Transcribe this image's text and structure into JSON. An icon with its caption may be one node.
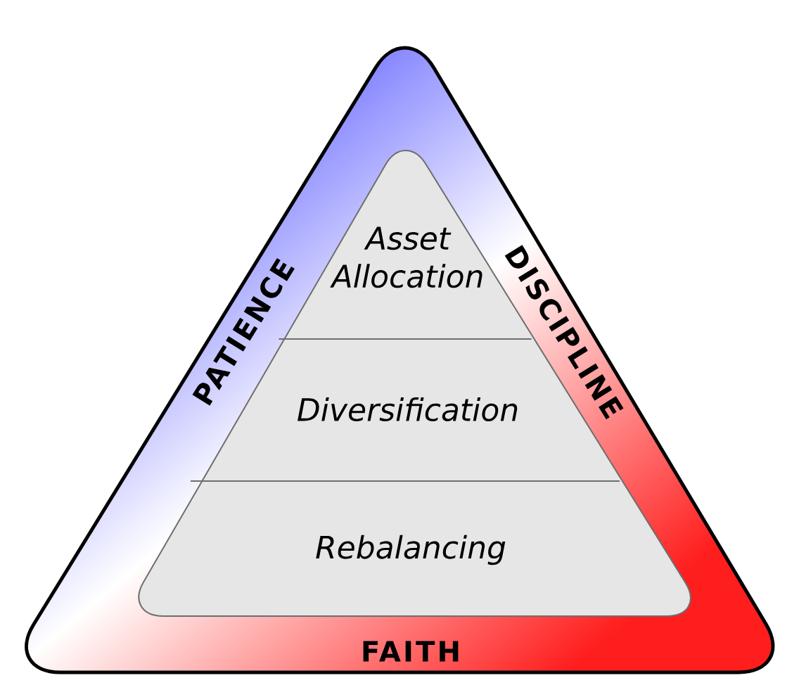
{
  "diagram": {
    "nodes": [
      {
        "text": [
          "PATIENCE",
          "DISCIPLINE",
          "FAITH"
        ]
      },
      {
        "text": [],
        "shape": "triangle",
        "in": 0
      },
      {
        "text": [
          "Asset Allocation"
        ],
        "in": 1
      },
      {
        "text": [
          "Diversification"
        ],
        "in": 1
      },
      {
        "text": [
          "Rebalancing"
        ],
        "in": 1
      }
    ]
  }
}
